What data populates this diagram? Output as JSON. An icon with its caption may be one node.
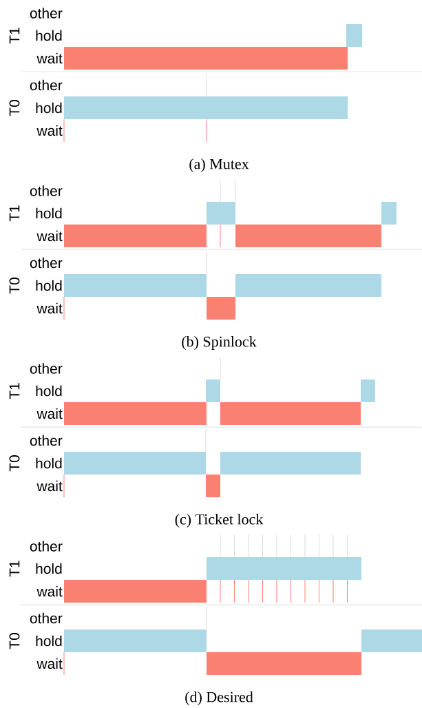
{
  "diagram": {
    "labels": [
      "other",
      "T1",
      "hold",
      "wait",
      "other",
      "T0",
      "hold",
      "wait",
      "(a) Mutex",
      "other",
      "T1",
      "hold",
      "wait",
      "other",
      "T0",
      "hold",
      "wait",
      "(b) Spinlock",
      "other",
      "T1",
      "hold",
      "wait",
      "other",
      "T0",
      "hold",
      "wait",
      "(c) Ticket lock",
      "other",
      "T1",
      "hold",
      "wait",
      "other",
      "T0",
      "hold",
      "wait",
      "(d) Desired"
    ]
  }
}
